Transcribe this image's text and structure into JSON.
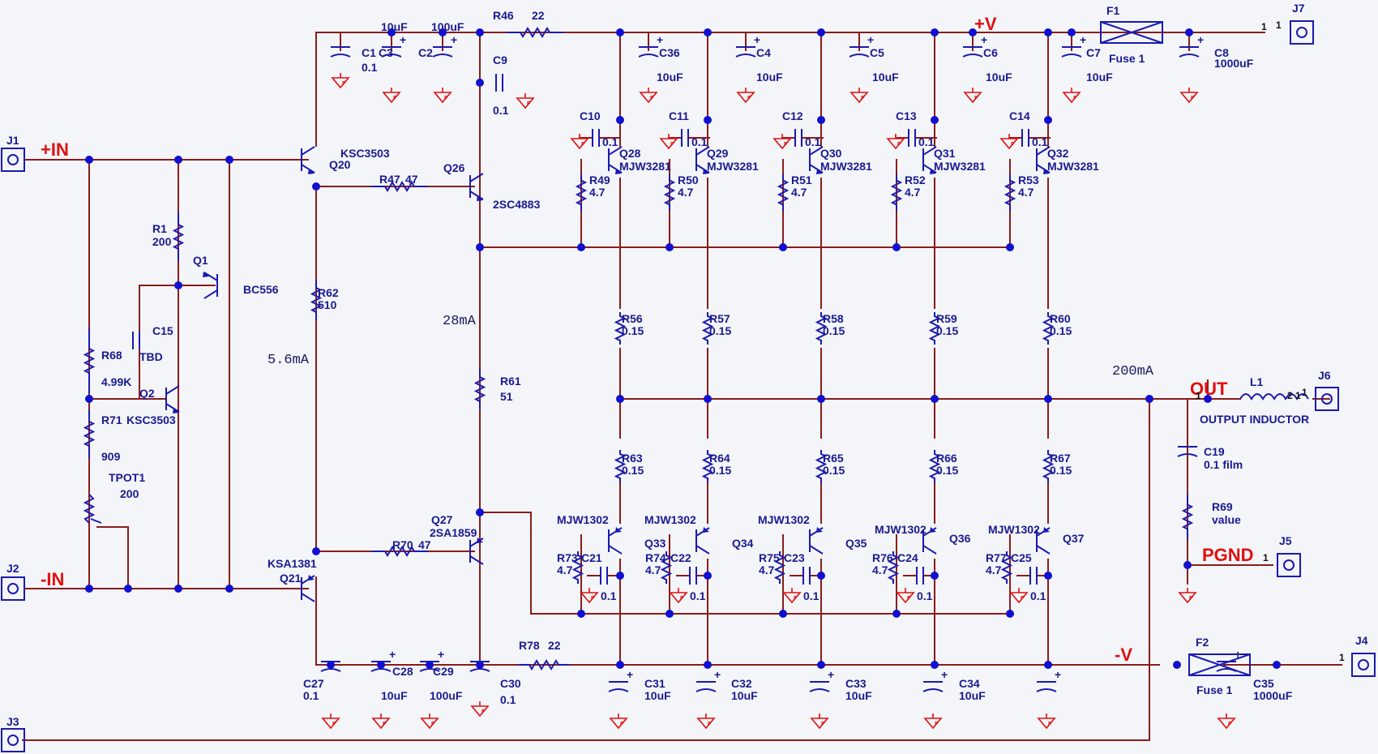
{
  "schematic": {
    "rail_labels": [
      {
        "id": "plus_in",
        "text": "+IN"
      },
      {
        "id": "minus_in",
        "text": "-IN"
      },
      {
        "id": "plus_v",
        "text": "+V"
      },
      {
        "id": "minus_v",
        "text": "-V"
      },
      {
        "id": "out",
        "text": "OUT"
      },
      {
        "id": "pgnd",
        "text": "PGND"
      }
    ],
    "currents": [
      {
        "id": "i_56",
        "text": "5.6mA"
      },
      {
        "id": "i_28",
        "text": "28mA"
      },
      {
        "id": "i_200",
        "text": "200mA"
      }
    ],
    "connectors": [
      {
        "ref": "J1",
        "pin": ""
      },
      {
        "ref": "J2",
        "pin": ""
      },
      {
        "ref": "J3",
        "pin": ""
      },
      {
        "ref": "J4",
        "pin": "1"
      },
      {
        "ref": "J5",
        "pin": "1"
      },
      {
        "ref": "J6",
        "pin": "1"
      },
      {
        "ref": "J7",
        "pin": "1"
      }
    ],
    "input_stage": [
      {
        "ref": "R1",
        "value": "200"
      },
      {
        "ref": "Q1",
        "value": "BC556"
      },
      {
        "ref": "C15",
        "value": "TBD"
      },
      {
        "ref": "R68",
        "value": "4.99K"
      },
      {
        "ref": "Q2",
        "value": ""
      },
      {
        "ref": "R71",
        "value": "KSC3503"
      },
      {
        "ref": "909",
        "value": ""
      },
      {
        "ref": "TPOT1",
        "value": "200"
      }
    ],
    "driver_stage": [
      {
        "ref": "Q20",
        "value": "KSC3503"
      },
      {
        "ref": "Q21",
        "value": "KSA1381"
      },
      {
        "ref": "R47",
        "value": "47"
      },
      {
        "ref": "R70",
        "value": "47"
      },
      {
        "ref": "Q26",
        "value": "2SC4883"
      },
      {
        "ref": "Q27",
        "value": "2SA1859"
      },
      {
        "ref": "R62",
        "value": "510"
      },
      {
        "ref": "R61",
        "value": "51"
      },
      {
        "ref": "R46",
        "value": "22"
      },
      {
        "ref": "R78",
        "value": "22"
      },
      {
        "ref": "C9",
        "value": "0.1"
      }
    ],
    "supply_caps": [
      {
        "ref": "C1",
        "value": "0.1"
      },
      {
        "ref": "C3",
        "value": "10uF"
      },
      {
        "ref": "C2",
        "value": "100uF"
      },
      {
        "ref": "C36",
        "value": "10uF"
      },
      {
        "ref": "C4",
        "value": "10uF"
      },
      {
        "ref": "C5",
        "value": "10uF"
      },
      {
        "ref": "C6",
        "value": "10uF"
      },
      {
        "ref": "C7",
        "value": "10uF"
      },
      {
        "ref": "C8",
        "value": "1000uF"
      },
      {
        "ref": "C27",
        "value": "0.1"
      },
      {
        "ref": "C28",
        "value": "10uF"
      },
      {
        "ref": "C29",
        "value": "100uF"
      },
      {
        "ref": "C30",
        "value": "0.1"
      },
      {
        "ref": "C31",
        "value": "10uF"
      },
      {
        "ref": "C32",
        "value": "10uF"
      },
      {
        "ref": "C33",
        "value": "10uF"
      },
      {
        "ref": "C34",
        "value": "10uF"
      },
      {
        "ref": "C35",
        "value": "1000uF"
      }
    ],
    "npn_outputs": [
      {
        "q": "Q28",
        "part": "MJW3281",
        "rb": "R49",
        "rbv": "4.7",
        "c": "C10",
        "cv": "0.1",
        "re": "R56",
        "rev": "0.15"
      },
      {
        "q": "Q29",
        "part": "MJW3281",
        "rb": "R50",
        "rbv": "4.7",
        "c": "C11",
        "cv": "0.1",
        "re": "R57",
        "rev": "0.15"
      },
      {
        "q": "Q30",
        "part": "MJW3281",
        "rb": "R51",
        "rbv": "4.7",
        "c": "C12",
        "cv": "0.1",
        "re": "R58",
        "rev": "0.15"
      },
      {
        "q": "Q31",
        "part": "MJW3281",
        "rb": "R52",
        "rbv": "4.7",
        "c": "C13",
        "cv": "0.1",
        "re": "R59",
        "rev": "0.15"
      },
      {
        "q": "Q32",
        "part": "MJW3281",
        "rb": "R53",
        "rbv": "4.7",
        "c": "C14",
        "cv": "0.1",
        "re": "R60",
        "rev": "0.15"
      }
    ],
    "pnp_outputs": [
      {
        "q": "Q33",
        "part": "MJW1302",
        "rb": "R73",
        "rbv": "4.7",
        "c": "C21",
        "cv": "0.1",
        "re": "R63",
        "rev": "0.15"
      },
      {
        "q": "Q34",
        "part": "MJW1302",
        "rb": "R74",
        "rbv": "4.7",
        "c": "C22",
        "cv": "0.1",
        "re": "R64",
        "rev": "0.15"
      },
      {
        "q": "Q35",
        "part": "MJW1302",
        "rb": "R75",
        "rbv": "4.7",
        "c": "C23",
        "cv": "0.1",
        "re": "R65",
        "rev": "0.15"
      },
      {
        "q": "Q36",
        "part": "MJW1302",
        "rb": "R76",
        "rbv": "4.7",
        "c": "C24",
        "cv": "0.1",
        "re": "R66",
        "rev": "0.15"
      },
      {
        "q": "Q37",
        "part": "MJW1302",
        "rb": "R77",
        "rbv": "4.7",
        "c": "C25",
        "cv": "0.1",
        "re": "R67",
        "rev": "0.15"
      }
    ],
    "output_network": [
      {
        "ref": "F1",
        "value": "Fuse 1"
      },
      {
        "ref": "F2",
        "value": "Fuse 1"
      },
      {
        "ref": "L1",
        "value": "OUTPUT INDUCTOR"
      },
      {
        "ref": "C19",
        "value": "0.1 film"
      },
      {
        "ref": "R69",
        "value": "value"
      }
    ],
    "colors": {
      "wire": "#8a1c1c",
      "component": "#1a1ab0",
      "junction": "#1010d0",
      "ground": "#e01010",
      "label": "#1a1a90"
    }
  }
}
